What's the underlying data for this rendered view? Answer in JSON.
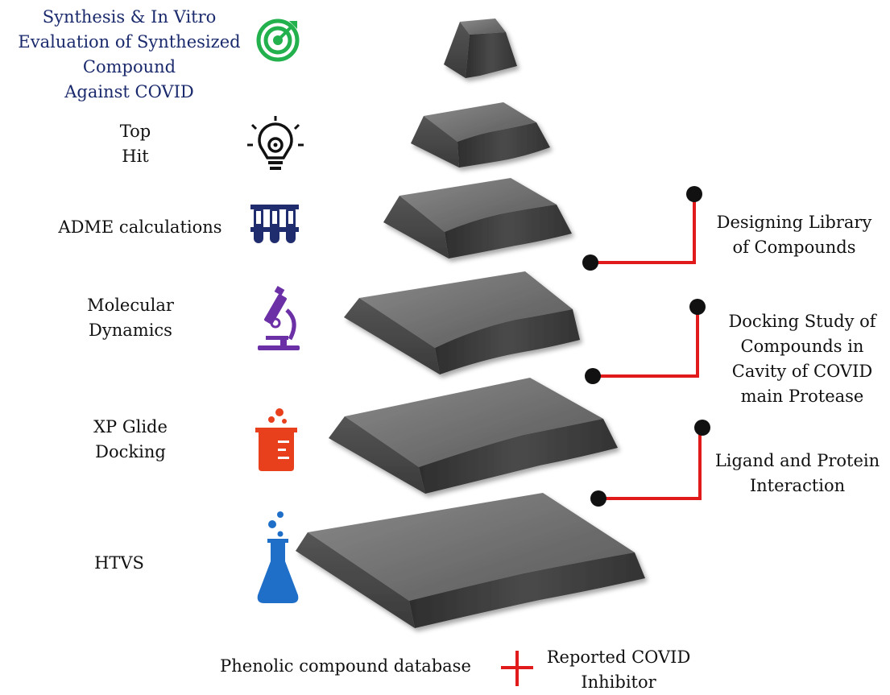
{
  "steps": [
    {
      "label_lines": [
        "Synthesis & In Vitro",
        "Evaluation of Synthesized",
        "Compound",
        "Against COVID"
      ],
      "icon": "target-icon",
      "color": "#22b14c"
    },
    {
      "label_lines": [
        "Top",
        "Hit"
      ],
      "icon": "lightbulb-gear-icon",
      "color": "#111111"
    },
    {
      "label_lines": [
        "ADME calculations"
      ],
      "icon": "test-tubes-icon",
      "color": "#1f2d6e"
    },
    {
      "label_lines": [
        "Molecular",
        "Dynamics"
      ],
      "icon": "microscope-icon",
      "color": "#6b2fa6"
    },
    {
      "label_lines": [
        "XP Glide",
        "Docking"
      ],
      "icon": "beaker-icon",
      "color": "#e8401c"
    },
    {
      "label_lines": [
        "HTVS"
      ],
      "icon": "flask-icon",
      "color": "#1f6fc8"
    }
  ],
  "annotations": [
    {
      "label_lines": [
        "Designing Library",
        "of Compounds"
      ]
    },
    {
      "label_lines": [
        "Docking Study of",
        "Compounds in",
        "Cavity of COVID",
        "main Protease"
      ]
    },
    {
      "label_lines": [
        "Ligand and Protein",
        "Interaction"
      ]
    }
  ],
  "footer": {
    "left": "Phenolic compound database",
    "plus": "+",
    "right_lines": [
      "Reported COVID",
      "Inhibitor"
    ]
  },
  "colors": {
    "slab_top": "#6e6e6e",
    "slab_side": "#3d3d3d",
    "connector": "#e11b1b",
    "dot": "#111111"
  }
}
